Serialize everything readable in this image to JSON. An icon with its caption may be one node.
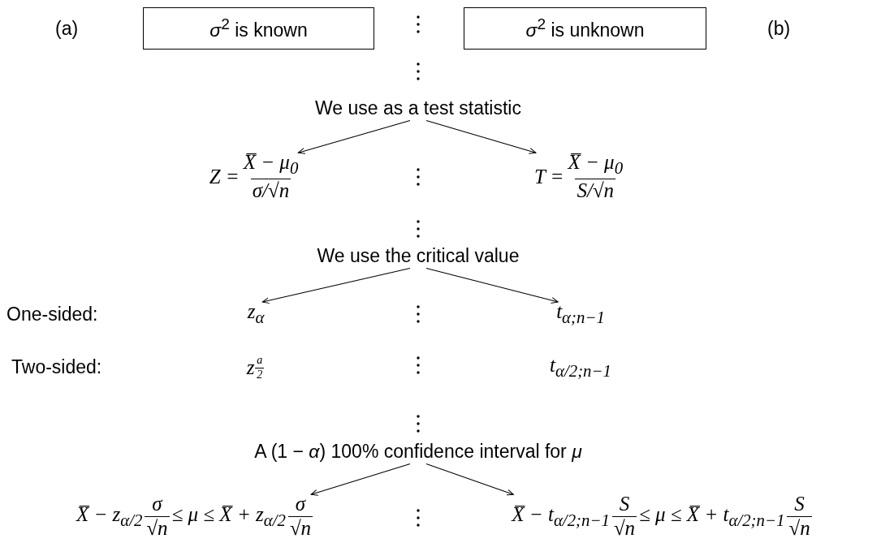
{
  "diagram": {
    "nodes": [
      {
        "text": [
          "*σ*$^{2}$ is known"
        ]
      },
      {
        "text": [
          "*σ*$^{2}$ is unknown"
        ]
      },
      {
        "text": [
          "We use as a test statistic"
        ]
      },
      {
        "text": [
          "Z =",
          "X̅ − μ$_{0}$",
          "σ/√n"
        ]
      },
      {
        "text": [
          "T =",
          "X̅ − μ$_{0}$",
          "S/√n"
        ]
      },
      {
        "text": [
          "We use the critical value"
        ]
      },
      {
        "text": [
          "z$_{α}$"
        ]
      },
      {
        "text": [
          "t$_{α;n−1}$"
        ]
      },
      {
        "text": [
          "z",
          "a",
          "2"
        ]
      },
      {
        "text": [
          "t$_{α/2;n−1}$"
        ]
      },
      {
        "text": [
          "A (1 − *α*) 100% confidence interval for *μ*"
        ]
      },
      {
        "text": [
          "X̅ − z$_{α/2}$",
          "σ",
          "√n",
          "≤ μ ≤ X̅ + z$_{α/2}$",
          "σ",
          "√n"
        ]
      },
      {
        "text": [
          "X̅ − t$_{α/2;n−1}$",
          "S",
          "√n",
          "≤ μ ≤ X̅ + t$_{α/2;n−1}$",
          "S",
          "√n"
        ]
      }
    ],
    "edges": [
      {
        "from": 2,
        "to": 3,
        "arrow": "to"
      },
      {
        "from": 2,
        "to": 4,
        "arrow": "to"
      },
      {
        "from": 5,
        "to": 6,
        "arrow": "to"
      },
      {
        "from": 5,
        "to": 7,
        "arrow": "to"
      },
      {
        "from": 10,
        "to": 11,
        "arrow": "to"
      },
      {
        "from": 10,
        "to": 12,
        "arrow": "to"
      }
    ],
    "labels": [
      "(a)",
      "(b)",
      "One-sided:",
      "Two-sided:"
    ]
  }
}
